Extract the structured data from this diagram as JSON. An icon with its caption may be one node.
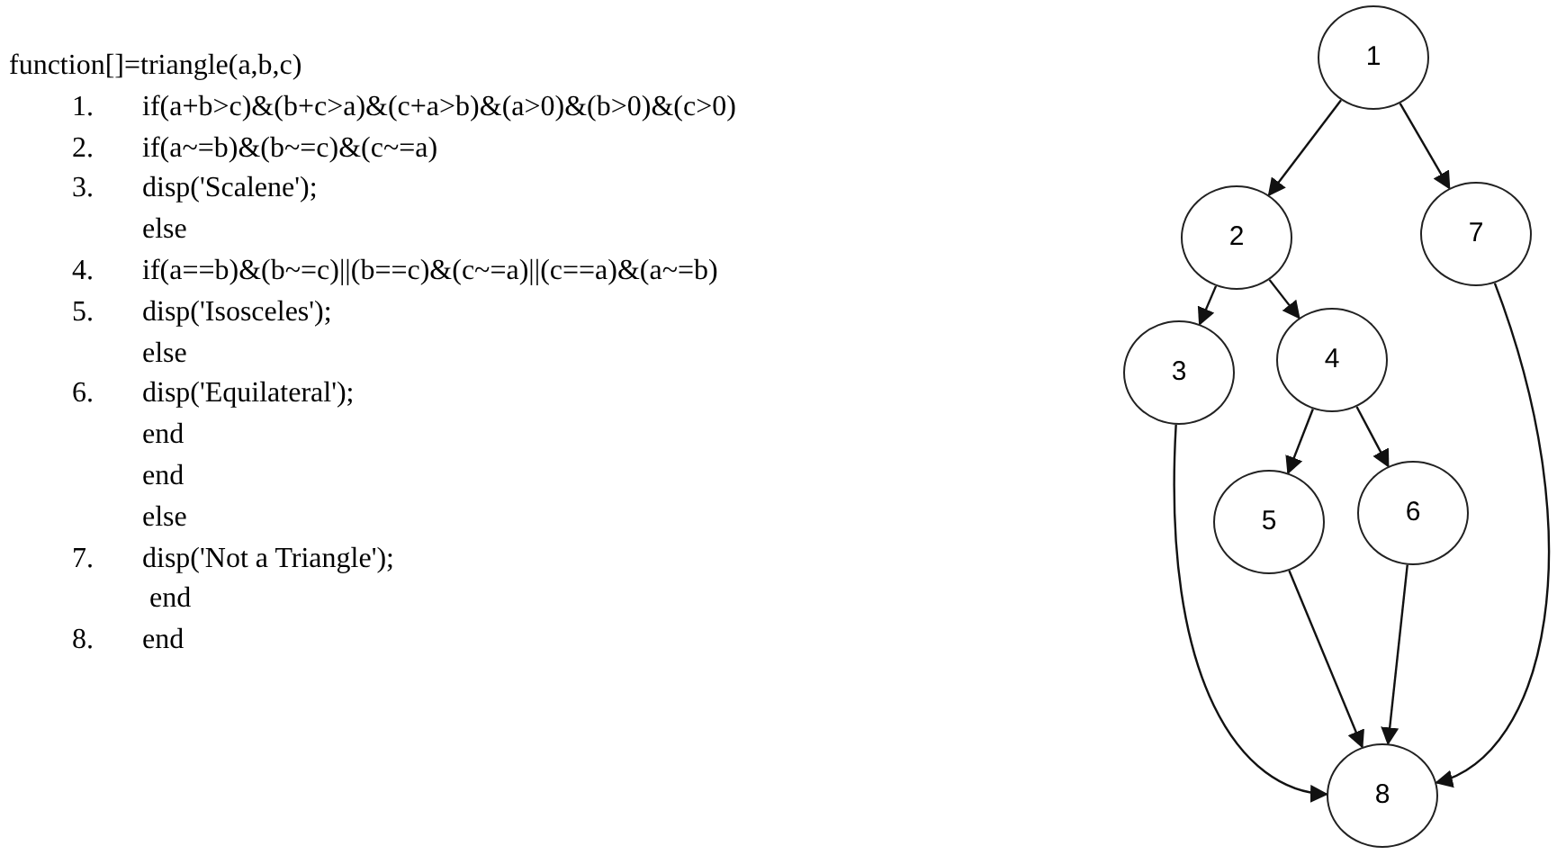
{
  "diagram": {
    "nodes": [
      {
        "text": [
          "1"
        ]
      },
      {
        "text": [
          "2"
        ]
      },
      {
        "text": [
          "7"
        ]
      },
      {
        "text": [
          "3"
        ]
      },
      {
        "text": [
          "4"
        ]
      },
      {
        "text": [
          "5"
        ]
      },
      {
        "text": [
          "6"
        ]
      },
      {
        "text": [
          "8"
        ]
      }
    ],
    "edges": [
      {
        "from": 0,
        "to": 1,
        "arrow": "to"
      },
      {
        "from": 0,
        "to": 2,
        "arrow": "to"
      },
      {
        "from": 1,
        "to": 3,
        "arrow": "to"
      },
      {
        "from": 1,
        "to": 4,
        "arrow": "to"
      },
      {
        "from": 4,
        "to": 5,
        "arrow": "to"
      },
      {
        "from": 4,
        "to": 6,
        "arrow": "to"
      },
      {
        "from": 3,
        "to": 7,
        "arrow": "to"
      },
      {
        "from": 5,
        "to": 7,
        "arrow": "to"
      },
      {
        "from": 6,
        "to": 7,
        "arrow": "to"
      },
      {
        "from": 2,
        "to": 7,
        "arrow": "to"
      }
    ],
    "labels": [
      "function[]=triangle(a,b,c)",
      "1.",
      "if(a+b>c)&(b+c>a)&(c+a>b)&(a>0)&(b>0)&(c>0)",
      "2.",
      "if(a~=b)&(b~=c)&(c~=a)",
      "3.",
      "disp('Scalene');",
      "else",
      "4.",
      "if(a==b)&(b~=c)||(b==c)&(c~=a)||(c==a)&(a~=b)",
      "5.",
      "disp('Isosceles');",
      "else",
      "6.",
      "disp('Equilateral');",
      "end",
      "end",
      "else",
      "7.",
      "disp('Not a Triangle');",
      "end",
      "8.",
      "end"
    ]
  }
}
